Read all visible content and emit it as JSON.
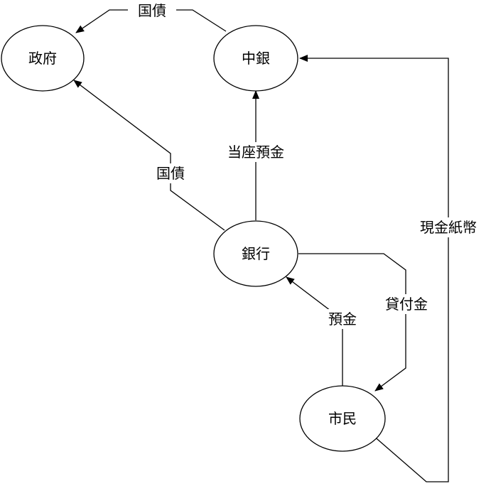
{
  "nodes": {
    "government": {
      "label": "政府"
    },
    "central_bank": {
      "label": "中銀"
    },
    "bank": {
      "label": "銀行"
    },
    "citizens": {
      "label": "市民"
    }
  },
  "edges": {
    "central_bank_to_government": {
      "label": "国債"
    },
    "bank_to_government": {
      "label": "国債"
    },
    "bank_to_central_bank": {
      "label": "当座預金"
    },
    "citizens_to_bank": {
      "label": "預金"
    },
    "bank_to_citizens": {
      "label": "貸付金"
    },
    "citizens_to_central_bank": {
      "label": "現金紙幣"
    }
  },
  "colors": {
    "stroke": "#000000",
    "background": "#ffffff"
  }
}
